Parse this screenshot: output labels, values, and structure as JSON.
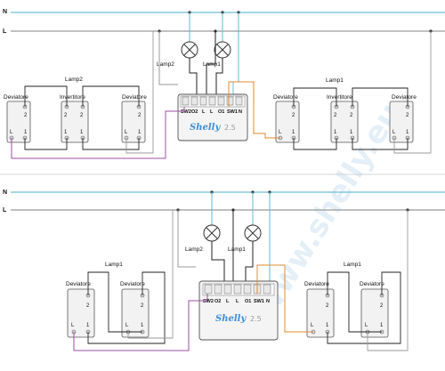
{
  "colors": {
    "neutral": "#6fbfd8",
    "line": "#9a9a9a",
    "switched": "#e08a2c",
    "sw_purple": "#9b4fa0",
    "wire": "#222222",
    "brand": "#3d8fd6"
  },
  "watermark": {
    "text": "www.shelly.eu"
  },
  "top": {
    "n_label": "N",
    "l_label": "L",
    "lamp_left": "Lamp2",
    "lamp_right": "Lamp1",
    "group_left_label": "Lamp2",
    "group_right_label": "Lamp1",
    "left_dev1": "Deviatore",
    "left_inv": "Invertitore",
    "left_dev2": "Deviatore",
    "right_dev1": "Deviatore",
    "right_inv": "Invertitore",
    "right_dev2": "Deviatore",
    "device": {
      "brand": "Shelly",
      "version": "2.5",
      "terminals": [
        "SW2",
        "O2",
        "L",
        "L",
        "O1",
        "SW1",
        "N"
      ]
    }
  },
  "bottom": {
    "n_label": "N",
    "l_label": "L",
    "lamp_left": "Lamp2",
    "lamp_right": "Lamp1",
    "group_left_label": "Lamp1",
    "group_right_label": "Lamp1",
    "left_dev1": "Deviatore",
    "left_dev2": "Deviatore",
    "right_dev1": "Deviatore",
    "right_dev2": "Deviatore",
    "device": {
      "brand": "Shelly",
      "version": "2.5",
      "terminals": [
        "SW2",
        "O2",
        "L",
        "L",
        "O1",
        "SW1",
        "N"
      ]
    }
  },
  "switch_terminals": {
    "t2": "2",
    "tL": "L",
    "t1": "1"
  },
  "inverter_terminals": {
    "t2": "2",
    "t1": "1"
  }
}
